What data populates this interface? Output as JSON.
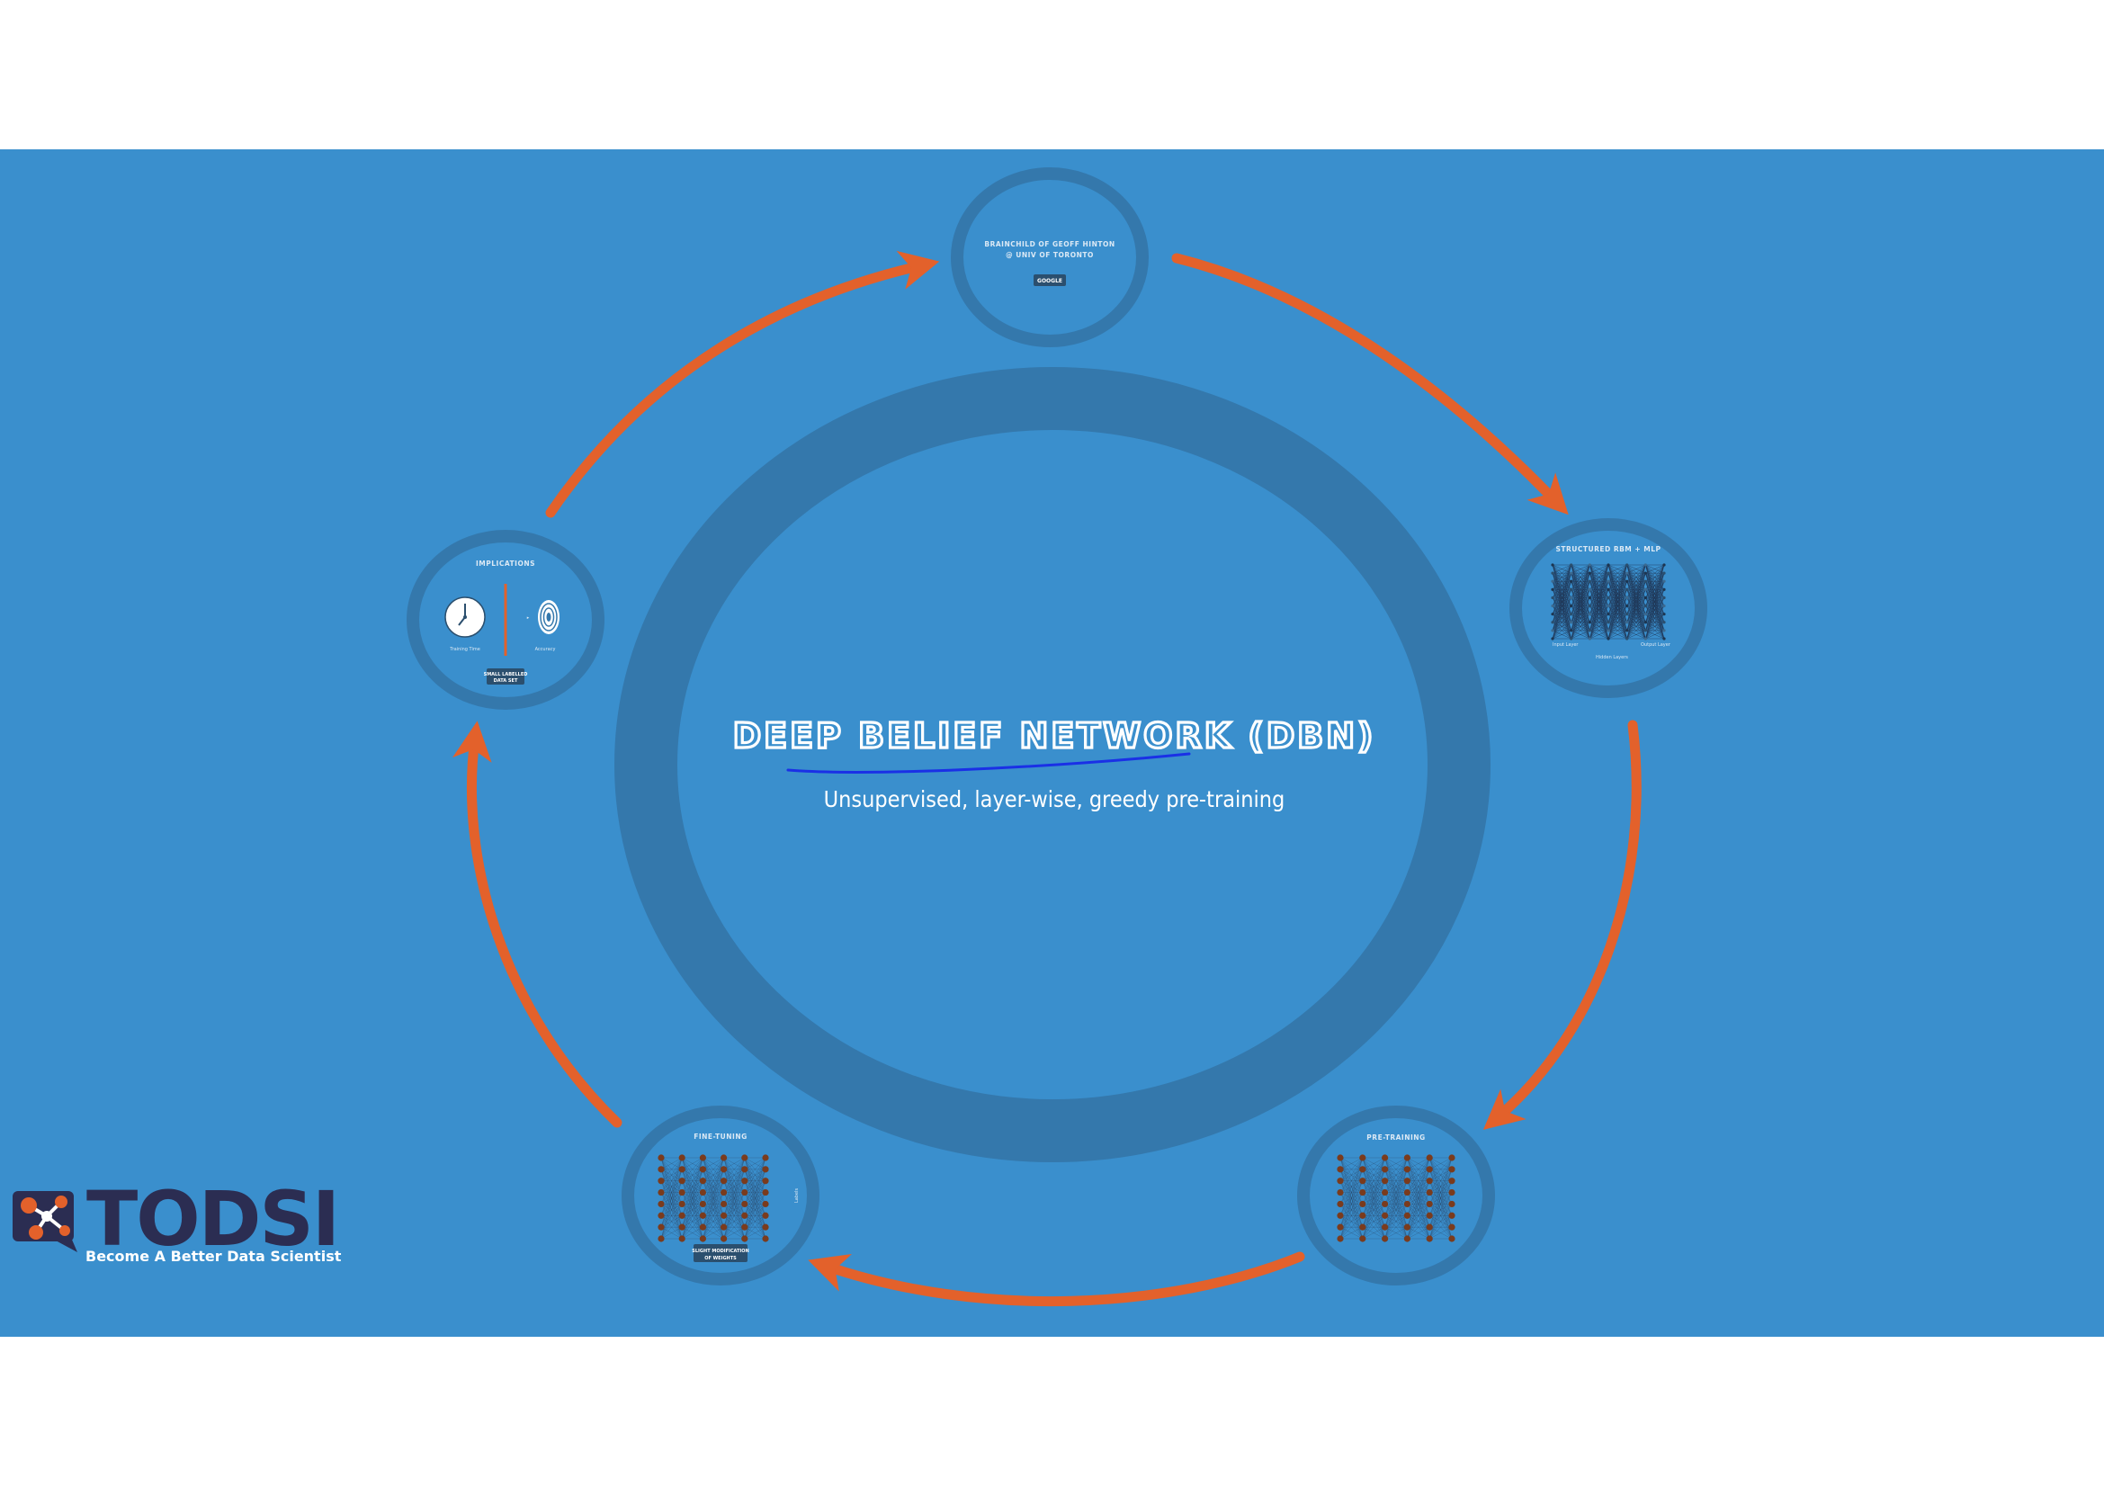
{
  "colors": {
    "background": "#3a8fcd",
    "ring": "#3478ac",
    "arrow": "#e3612b",
    "underline": "#1a30e6",
    "logo_dark": "#2b2d52",
    "logo_orange": "#e3612b"
  },
  "center": {
    "title": "DEEP BELIEF NETWORK (DBN)",
    "subtitle": "Unsupervised, layer-wise, greedy pre-training"
  },
  "nodes": {
    "top": {
      "title_line1": "BRAINCHILD OF GEOFF HINTON",
      "title_line2": "@ UNIV OF TORONTO",
      "chip": "GOOGLE"
    },
    "right": {
      "title": "STRUCTURED RBM + MLP",
      "label_left": "Input Layer",
      "label_bottom": "Hidden Layers",
      "label_right": "Output Layer"
    },
    "bottom_right": {
      "title": "PRE-TRAINING"
    },
    "bottom_left": {
      "title": "FINE-TUNING",
      "label_right": "Labels",
      "chip_line1": "SLIGHT MODIFICATION",
      "chip_line2": "OF WEIGHTS"
    },
    "left": {
      "title": "IMPLICATIONS",
      "label_clock": "Training Time",
      "label_target": "Accuracy",
      "chip_line1": "SMALL LABELLED",
      "chip_line2": "DATA SET"
    }
  },
  "logo": {
    "wordmark": "TODSI",
    "tagline": "Become A Better Data Scientist",
    "icon": "network-nodes-icon"
  }
}
